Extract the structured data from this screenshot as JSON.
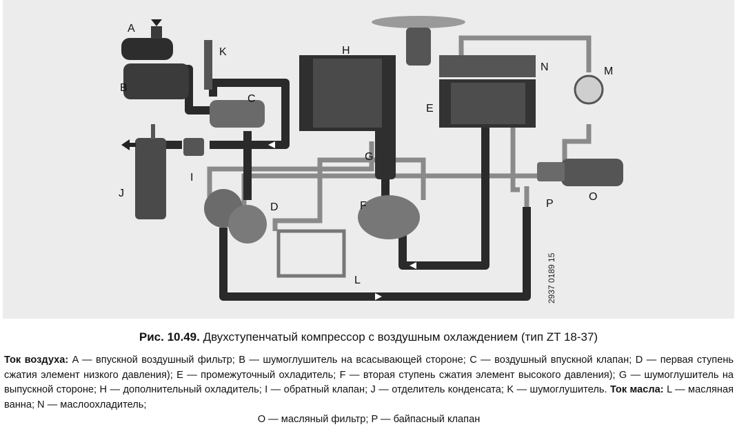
{
  "diagram": {
    "labels": {
      "A": "A",
      "B": "B",
      "C": "C",
      "D": "D",
      "E": "E",
      "F": "F",
      "G": "G",
      "H": "H",
      "I": "I",
      "J": "J",
      "K": "K",
      "L": "L",
      "M": "M",
      "N": "N",
      "O": "O",
      "P": "P"
    },
    "code": "2937 0189 15"
  },
  "caption": {
    "prefix": "Рис. 10.49.",
    "text": " Двухступенчатый компрессор с воздушным охлаждением (тип ZT 18-37)"
  },
  "legend": {
    "air_title": "Ток воздуха:",
    "air_text": " A — впускной воздушный фильтр; B — шумоглушитель на всасывающей стороне; C — воздушный впускной клапан; D — первая ступень сжатия элемент низкого давления); E — промежуточный охладитель; F — вторая ступень сжатия элемент высокого давления); G — шумоглушитель на выпускной стороне; H — дополнительный охладитель; I — обратный клапан; J — отделитель конденсата; K — шумоглушитель.",
    "oil_title": "Ток масла:",
    "oil_text": " L — масляная ванна; N — маслоохладитель;",
    "oil_text_last": "O — масляный фильтр; P — байпасный клапан"
  }
}
